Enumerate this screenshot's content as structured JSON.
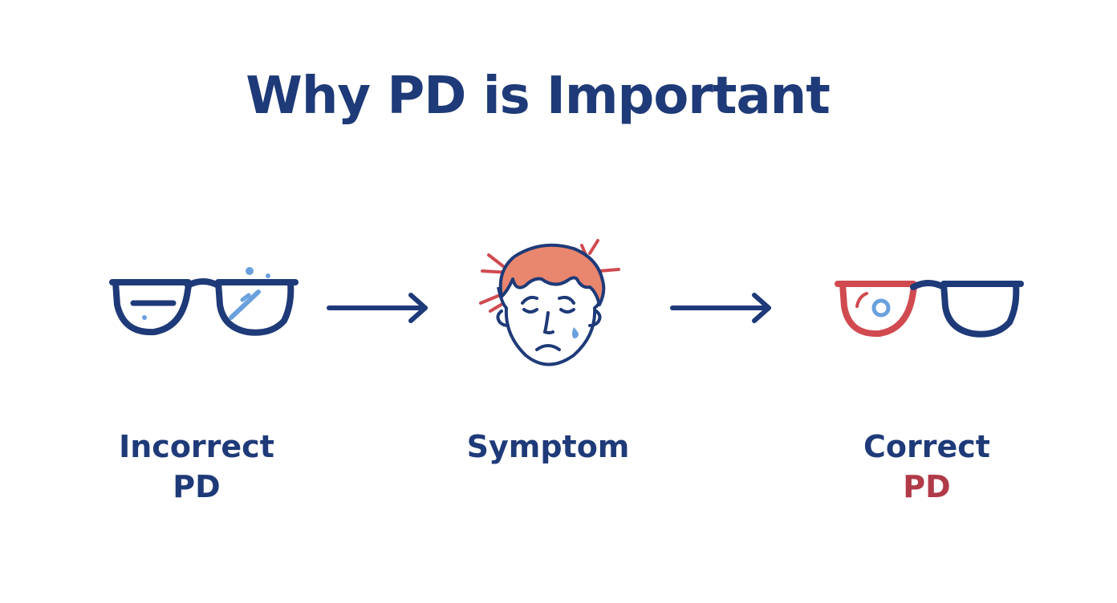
{
  "title": "Why PD is Important",
  "steps": [
    {
      "label_line1": "Incorrect",
      "label_line2": "PD",
      "icon": "misaligned-glasses-icon"
    },
    {
      "label_line1": "Symptom",
      "icon": "headache-face-icon"
    },
    {
      "label_line1": "Correct",
      "label_line2": "PD",
      "icon": "aligned-glasses-icon"
    }
  ],
  "colors": {
    "primary": "#1e3a78",
    "accent": "#b03a48",
    "light_blue": "#6aa0de",
    "hair": "#e9866e",
    "headache_rays": "#d04a50"
  }
}
